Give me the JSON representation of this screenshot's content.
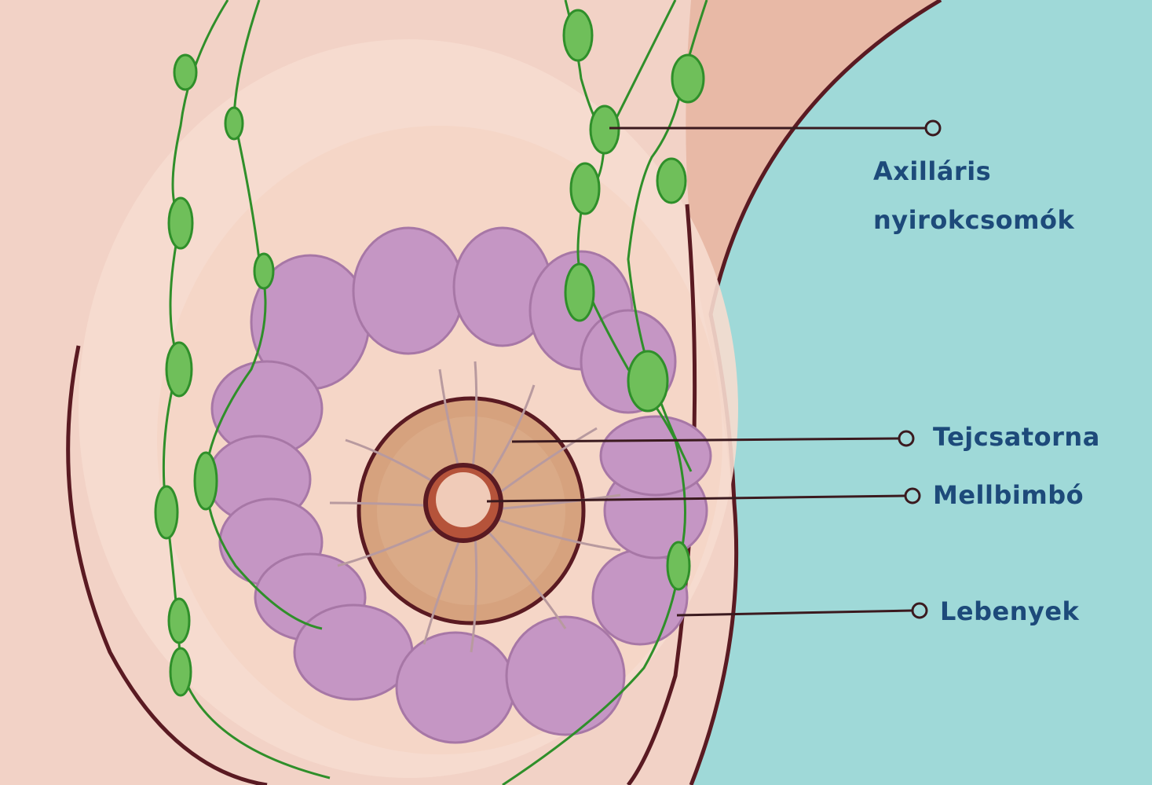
{
  "colors": {
    "background_skin": "#f2d2c6",
    "breast_skin": "#f6dccf",
    "side_panel": "#9fd9d8",
    "outline": "#5a1a22",
    "lobe": "#c596c4",
    "lobe_dark": "#a777a6",
    "lymph_node": "#6fbf5a",
    "lymph_vessel": "#2f8f2a",
    "areola": "#d6a27e",
    "nipple": "#f0cbb8",
    "label_text": "#1d4a7a",
    "leader_line": "#3b1a1f"
  },
  "labels": {
    "axillary_line1": "Axilláris",
    "axillary_line2": "nyirokcsomók",
    "milk_duct": "Tejcsatorna",
    "nipple": "Mellbimbó",
    "lobes": "Lebenyek"
  }
}
